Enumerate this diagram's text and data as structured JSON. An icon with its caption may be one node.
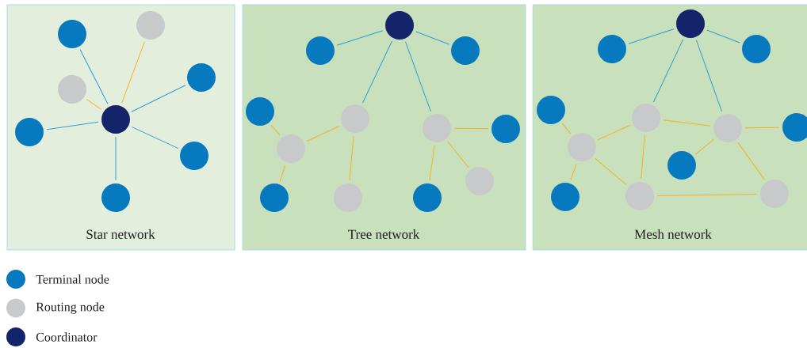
{
  "diagram": {
    "nodes": [
      {
        "text": [
          "Star network"
        ]
      },
      {
        "text": [],
        "shape": "circle",
        "in": 0
      },
      {
        "text": [],
        "shape": "circle",
        "in": 0
      },
      {
        "text": [],
        "shape": "circle",
        "in": 0
      },
      {
        "text": [],
        "shape": "circle",
        "in": 0
      },
      {
        "text": [],
        "shape": "circle",
        "in": 0
      },
      {
        "text": [],
        "shape": "circle",
        "in": 0
      },
      {
        "text": [],
        "shape": "circle",
        "in": 0
      },
      {
        "text": [],
        "shape": "circle",
        "in": 0
      },
      {
        "text": [
          "Tree network"
        ]
      },
      {
        "text": [],
        "shape": "circle",
        "in": 9
      },
      {
        "text": [],
        "shape": "circle",
        "in": 9
      },
      {
        "text": [],
        "shape": "circle",
        "in": 9
      },
      {
        "text": [],
        "shape": "circle",
        "in": 9
      },
      {
        "text": [],
        "shape": "circle",
        "in": 9
      },
      {
        "text": [],
        "shape": "circle",
        "in": 9
      },
      {
        "text": [],
        "shape": "circle",
        "in": 9
      },
      {
        "text": [],
        "shape": "circle",
        "in": 9
      },
      {
        "text": [],
        "shape": "circle",
        "in": 9
      },
      {
        "text": [],
        "shape": "circle",
        "in": 9
      },
      {
        "text": [],
        "shape": "circle",
        "in": 9
      },
      {
        "text": [],
        "shape": "circle",
        "in": 9
      },
      {
        "text": [
          "Mesh network"
        ]
      },
      {
        "text": [],
        "shape": "circle",
        "in": 22
      },
      {
        "text": [],
        "shape": "circle",
        "in": 22
      },
      {
        "text": [],
        "shape": "circle",
        "in": 22
      },
      {
        "text": [],
        "shape": "circle",
        "in": 22
      },
      {
        "text": [],
        "shape": "circle",
        "in": 22
      },
      {
        "text": [],
        "shape": "circle",
        "in": 22
      },
      {
        "text": [],
        "shape": "circle",
        "in": 22
      },
      {
        "text": [],
        "shape": "circle",
        "in": 22
      },
      {
        "text": [],
        "shape": "circle",
        "in": 22
      },
      {
        "text": [],
        "shape": "circle",
        "in": 22
      },
      {
        "text": [],
        "shape": "circle",
        "in": 22
      },
      {
        "text": [],
        "shape": "circle",
        "in": 22
      }
    ],
    "edges": [
      {
        "from": 5,
        "to": 1,
        "arrow": "none"
      },
      {
        "from": 5,
        "to": 2,
        "arrow": "none",
        "color": "#2b9fd9"
      },
      {
        "from": 5,
        "to": 3,
        "arrow": "none",
        "color": "#2b9fd9"
      },
      {
        "from": 5,
        "to": 4,
        "arrow": "none"
      },
      {
        "from": 5,
        "to": 6,
        "arrow": "none",
        "color": "#2b9fd9"
      },
      {
        "from": 5,
        "to": 7,
        "arrow": "none",
        "color": "#2b9fd9"
      },
      {
        "from": 5,
        "to": 8,
        "arrow": "none",
        "color": "#2b9fd9"
      },
      {
        "from": 10,
        "to": 11,
        "arrow": "none",
        "color": "#2b9fd9"
      },
      {
        "from": 10,
        "to": 12,
        "arrow": "none",
        "color": "#2b9fd9"
      },
      {
        "from": 10,
        "to": 14,
        "arrow": "none",
        "color": "#2b9fd9"
      },
      {
        "from": 10,
        "to": 15,
        "arrow": "none",
        "color": "#2b9fd9"
      },
      {
        "from": 14,
        "to": 17,
        "arrow": "none"
      },
      {
        "from": 17,
        "to": 13,
        "arrow": "none"
      },
      {
        "from": 17,
        "to": 19,
        "arrow": "none"
      },
      {
        "from": 14,
        "to": 20,
        "arrow": "none"
      },
      {
        "from": 15,
        "to": 16,
        "arrow": "none"
      },
      {
        "from": 15,
        "to": 21,
        "arrow": "none"
      },
      {
        "from": 15,
        "to": 18,
        "arrow": "none"
      },
      {
        "from": 23,
        "to": 24,
        "arrow": "none",
        "color": "#2b9fd9"
      },
      {
        "from": 23,
        "to": 25,
        "arrow": "none",
        "color": "#2b9fd9"
      },
      {
        "from": 23,
        "to": 27,
        "arrow": "none",
        "color": "#2b9fd9"
      },
      {
        "from": 23,
        "to": 29,
        "arrow": "none",
        "color": "#2b9fd9"
      },
      {
        "from": 27,
        "to": 30,
        "arrow": "none"
      },
      {
        "from": 30,
        "to": 26,
        "arrow": "none"
      },
      {
        "from": 30,
        "to": 34,
        "arrow": "none"
      },
      {
        "from": 30,
        "to": 33,
        "arrow": "none"
      },
      {
        "from": 27,
        "to": 33,
        "arrow": "none"
      },
      {
        "from": 27,
        "to": 29,
        "arrow": "none"
      },
      {
        "from": 29,
        "to": 28,
        "arrow": "none"
      },
      {
        "from": 29,
        "to": 31,
        "arrow": "none"
      },
      {
        "from": 29,
        "to": 32,
        "arrow": "none"
      },
      {
        "from": 33,
        "to": 32,
        "arrow": "none"
      }
    ],
    "legend": [
      {
        "text": "Terminal node",
        "color": "#0779bf"
      },
      {
        "text": "Routing node",
        "color": "#c8c9cb"
      },
      {
        "text": "Coordinator",
        "color": "#13246a"
      }
    ]
  }
}
